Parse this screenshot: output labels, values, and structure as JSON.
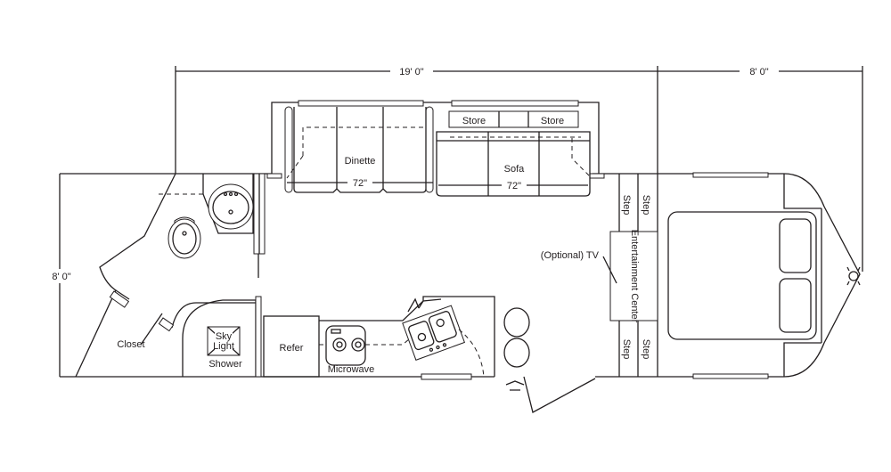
{
  "title": "Travel trailer floor plan",
  "dimensions": {
    "overall_length": "19' 0\"",
    "front_length": "8' 0\"",
    "width": "8' 0\""
  },
  "rooms": {
    "dinette": "Dinette",
    "dinette_width": "72\"",
    "sofa": "Sofa",
    "sofa_width": "72\"",
    "store_left": "Store",
    "store_right": "Store",
    "closet": "Closet",
    "skylight_line1": "Sky",
    "skylight_line2": "Light",
    "shower": "Shower",
    "refer": "Refer",
    "microwave": "Microwave",
    "tv": "(Optional) TV",
    "entertainment": "Entertainment Center",
    "step": "Step"
  },
  "colors": {
    "line": "#231f20",
    "background": "#ffffff"
  }
}
